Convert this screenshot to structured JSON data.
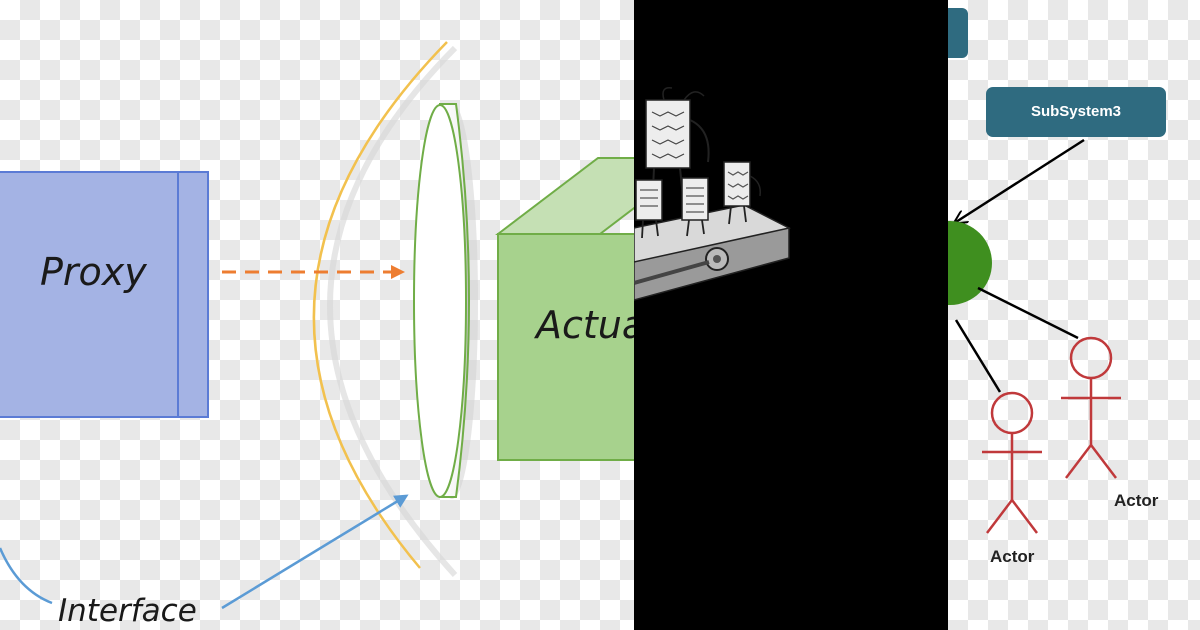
{
  "left_diagram": {
    "proxy_label": "Proxy",
    "actual_label": "Actua",
    "interface_label": "Interface",
    "colors": {
      "proxy_fill": "#a4b3e4",
      "proxy_border": "#5b7bd5",
      "actual_fill": "#a7d28d",
      "actual_border": "#70ad47",
      "arc": "#f2c14e",
      "dashed_arrow": "#ed7d31",
      "pointer_arrow": "#5b9bd5"
    }
  },
  "middle_image": {
    "subject": "cartoon-robots-on-cart",
    "background": "#000000"
  },
  "right_diagram": {
    "subsystem_label": "SubSystem3",
    "actor_left_label": "Actor",
    "actor_right_label": "Actor",
    "colors": {
      "subsystem_fill": "#2f6b80",
      "use_case_fill": "#3f8f1f",
      "actor_stroke": "#c0393b",
      "line": "#000000"
    }
  }
}
